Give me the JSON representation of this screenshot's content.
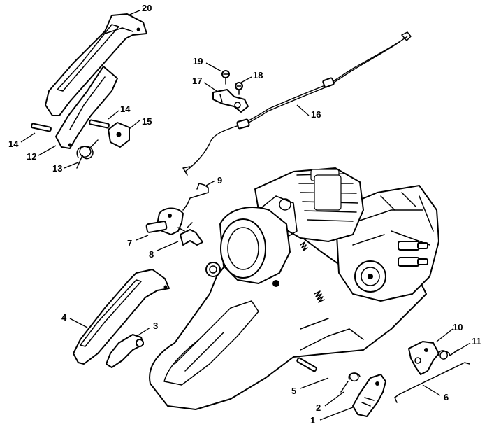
{
  "diagram": {
    "callouts": [
      "1",
      "2",
      "3",
      "4",
      "5",
      "6",
      "7",
      "8",
      "9",
      "10",
      "11",
      "12",
      "13",
      "14",
      "14",
      "15",
      "16",
      "17",
      "18",
      "19",
      "20"
    ]
  }
}
